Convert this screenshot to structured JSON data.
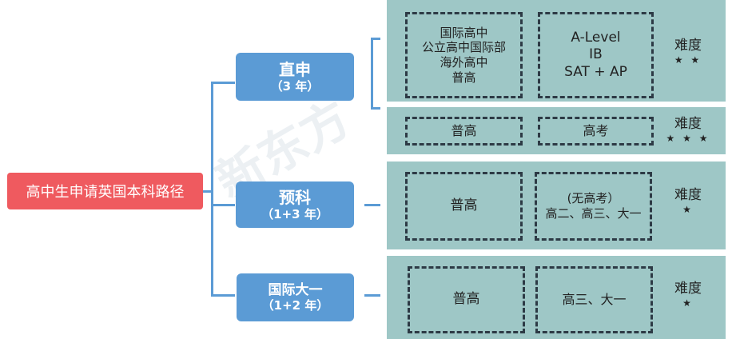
{
  "root": {
    "label": "高中生申请英国本科路径"
  },
  "routes": [
    {
      "title": "直申",
      "subtitle": "（3 年）",
      "rows": [
        {
          "school": [
            "国际高中",
            "公立高中国际部",
            "海外高中",
            "普高"
          ],
          "exam": [
            "A-Level",
            "IB",
            "SAT + AP"
          ],
          "difficulty_label": "难度",
          "stars": "★ ★"
        },
        {
          "school": [
            "普高"
          ],
          "exam": [
            "高考"
          ],
          "difficulty_label": "难度",
          "stars": "★ ★ ★"
        }
      ]
    },
    {
      "title": "预科",
      "subtitle": "（1+3 年）",
      "rows": [
        {
          "school": [
            "普高"
          ],
          "exam": [
            "(无高考）",
            "高二、高三、大一"
          ],
          "difficulty_label": "难度",
          "stars": "★"
        }
      ]
    },
    {
      "title": "国际大一",
      "subtitle": "（1+2 年）",
      "rows": [
        {
          "school": [
            "普高"
          ],
          "exam": [
            "高三、大一"
          ],
          "difficulty_label": "难度",
          "stars": "★"
        }
      ]
    }
  ],
  "watermark": "新东方"
}
